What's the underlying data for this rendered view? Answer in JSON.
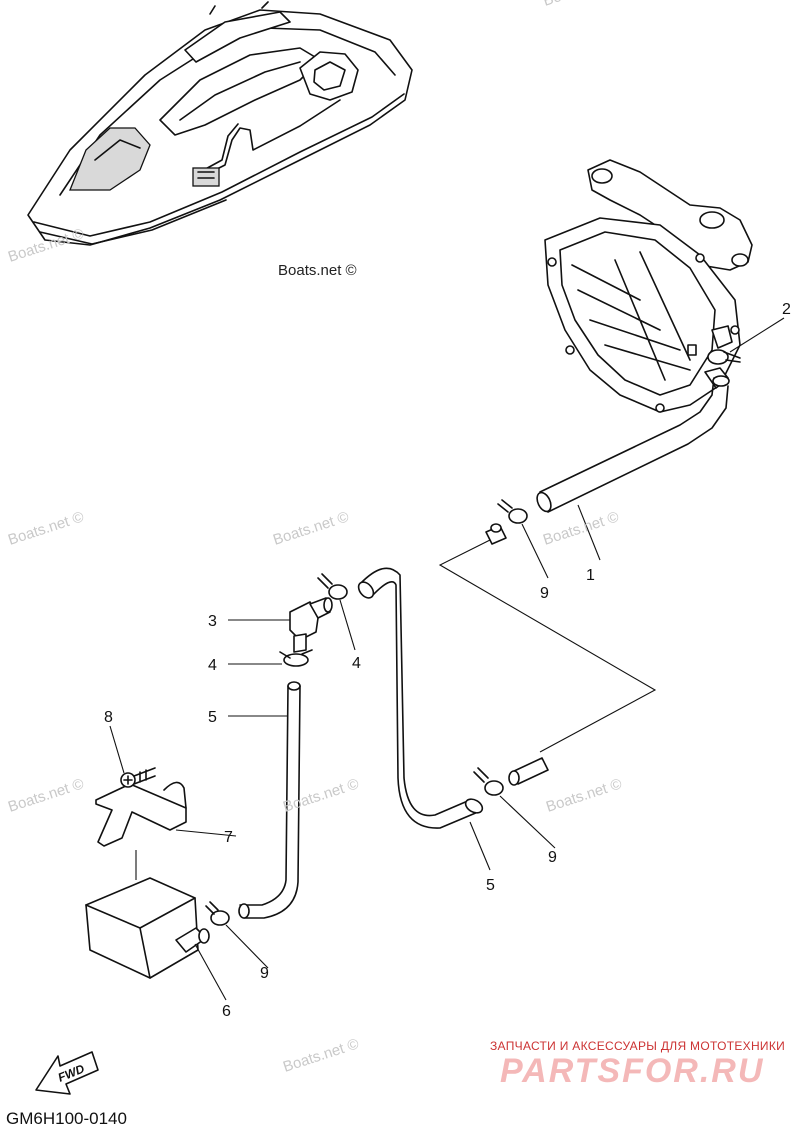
{
  "watermarks": {
    "primary": "Boats.net ©",
    "faint": "Boats.net ©"
  },
  "callouts": [
    {
      "num": "1",
      "part": "hose"
    },
    {
      "num": "2",
      "part": "hose-clamp"
    },
    {
      "num": "3",
      "part": "elbow-fitting"
    },
    {
      "num": "4",
      "part": "hose-clamp"
    },
    {
      "num": "4",
      "part": "hose-clamp"
    },
    {
      "num": "5",
      "part": "hose"
    },
    {
      "num": "5",
      "part": "hose"
    },
    {
      "num": "6",
      "part": "water-box"
    },
    {
      "num": "7",
      "part": "bracket"
    },
    {
      "num": "8",
      "part": "screw"
    },
    {
      "num": "9",
      "part": "hose-clamp"
    },
    {
      "num": "9",
      "part": "hose-clamp"
    },
    {
      "num": "9",
      "part": "hose-clamp"
    }
  ],
  "fwd_label": "FWD",
  "diagram_code": "GM6H100-0140",
  "brand": {
    "tagline": "ЗАПЧАСТИ И АКСЕССУАРЫ ДЛЯ МОТОТЕХНИКИ",
    "name": "PARTSFOR.RU"
  }
}
